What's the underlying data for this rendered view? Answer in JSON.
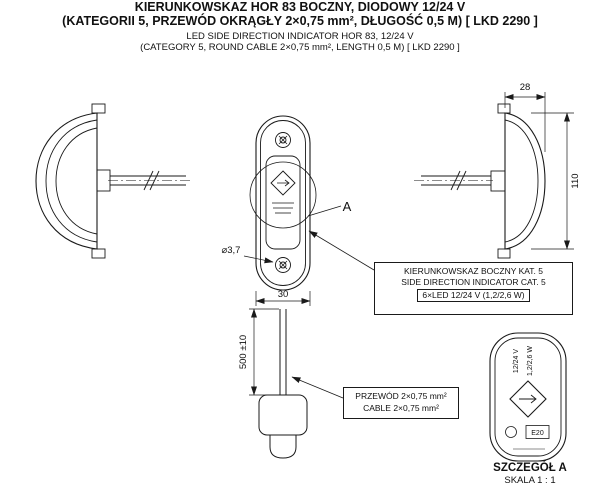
{
  "header": {
    "title_pl_1": "KIERUNKOWSKAZ HOR 83 BOCZNY, DIODOWY 12/24 V",
    "title_pl_2": "(KATEGORII 5, PRZEWÓD OKRĄGŁY 2×0,75 mm², DŁUGOŚĆ 0,5 M) [ LKD 2290 ]",
    "title_en_1": "LED SIDE DIRECTION INDICATOR HOR 83, 12/24 V",
    "title_en_2": "(CATEGORY 5, ROUND CABLE 2×0,75 mm², LENGTH 0,5 M)  [ LKD 2290 ]"
  },
  "dimensions": {
    "body_depth": "28",
    "body_length": "110",
    "body_width": "30",
    "hole_diameter": "⌀3,7",
    "cable_length": "500 ±10"
  },
  "detail_marker": {
    "label": "A"
  },
  "callout_indicator": {
    "line_pl": "KIERUNKOWSKAZ BOCZNY KAT. 5",
    "line_en": "SIDE DIRECTION INDICATOR CAT. 5",
    "spec": "6×LED 12/24 V (1,2/2,6 W)"
  },
  "callout_cable": {
    "line_pl": "PRZEWÓD 2×0,75 mm²",
    "line_en": "CABLE 2×0,75 mm²"
  },
  "detail_a": {
    "title": "SZCZEGÓŁ A",
    "scale": "SKALA 1 : 1",
    "marking_voltage": "12/24 V",
    "marking_power": "1,2/2,6 W",
    "marking_approval": "E20"
  },
  "colors": {
    "line": "#1a1a1a",
    "text": "#111111",
    "background": "#ffffff"
  }
}
